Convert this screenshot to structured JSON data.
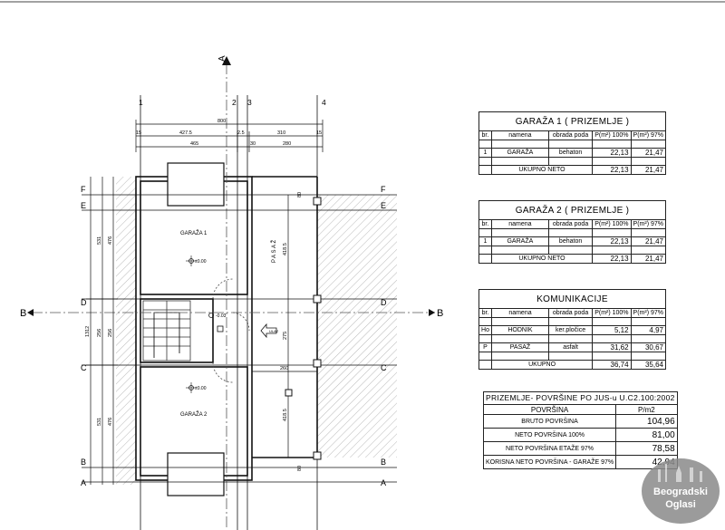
{
  "plan": {
    "section_top": "A",
    "section_left": "B",
    "section_right": "B",
    "axes_top": [
      "1",
      "2",
      "3",
      "4"
    ],
    "rows_left": [
      "F",
      "E",
      "D",
      "C",
      "B",
      "A"
    ],
    "rows_right": [
      "F",
      "E",
      "D",
      "C",
      "B",
      "A"
    ],
    "dims_top_total": "800",
    "dims_top_row2": [
      "15",
      "427.5",
      "2.5",
      "310",
      "15"
    ],
    "dims_top_row3": [
      "465",
      "30",
      "280"
    ],
    "dims_left_outer": "1312",
    "dims_left_a": [
      "531",
      "256",
      "531"
    ],
    "dims_left_b": [
      "476",
      "256",
      "476"
    ],
    "dims_inner": [
      "418.5",
      "275",
      "418.5"
    ],
    "dim_small": [
      "80",
      "80"
    ],
    "dim_260": "260",
    "room_1": "GARAŽA 1",
    "room_2": "GARAŽA 2",
    "passage": "PASAŽ",
    "level_1": "±0.00",
    "level_2": "±0.00",
    "level_stair": "-0.03",
    "entrance": "ULAZ"
  },
  "table_garage1": {
    "title": "GARAŽA 1 ( PRIZEMLJE )",
    "headers": [
      "br.",
      "namena",
      "obrada poda",
      "P(m²) 100%",
      "P(m²) 97%"
    ],
    "rows": [
      [
        "1",
        "GARAŽA",
        "behaton",
        "22,13",
        "21,47"
      ]
    ],
    "total": [
      "UKUPNO NETO",
      "22,13",
      "21,47"
    ]
  },
  "table_garage2": {
    "title": "GARAŽA 2 ( PRIZEMLJE )",
    "headers": [
      "br.",
      "namena",
      "obrada poda",
      "P(m²) 100%",
      "P(m²) 97%"
    ],
    "rows": [
      [
        "1",
        "GARAŽA",
        "behaton",
        "22,13",
        "21,47"
      ]
    ],
    "total": [
      "UKUPNO NETO",
      "22,13",
      "21,47"
    ]
  },
  "table_comm": {
    "title": "KOMUNIKACIJE",
    "headers": [
      "br.",
      "namena",
      "obrada poda",
      "P(m²) 100%",
      "P(m²) 97%"
    ],
    "rows": [
      [
        "Ho",
        "HODNIK",
        "ker.pločice",
        "5,12",
        "4,97"
      ],
      [
        "P",
        "PASAŽ",
        "asfalt",
        "31,62",
        "30,67"
      ]
    ],
    "total": [
      "UKUPNO",
      "36,74",
      "35,64"
    ]
  },
  "table_summary": {
    "title": "PRIZEMLJE- POVRŠINE PO JUS-u U.C2.100:2002",
    "headers": [
      "POVRŠINA",
      "P/m2"
    ],
    "rows": [
      [
        "BRUTO POVRŠINA",
        "104,96"
      ],
      [
        "NETO POVRŠINA 100%",
        "81,00"
      ],
      [
        "NETO POVRŠINA ETAŽE  97%",
        "78,58"
      ],
      [
        "KORISNA NETO POVRŠINA - GARAŽE  97%",
        "42,94"
      ]
    ]
  },
  "watermark": {
    "line1": "Beogradski",
    "line2": "Oglasi"
  }
}
